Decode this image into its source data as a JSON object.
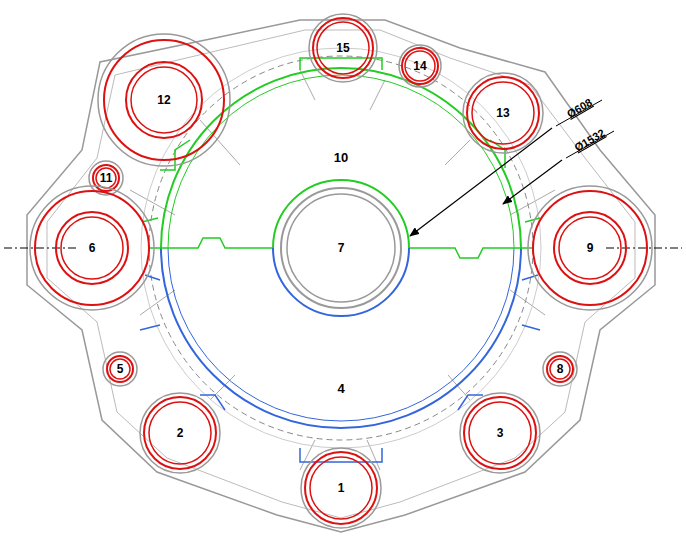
{
  "diagram": {
    "nodes": [
      {
        "text": [
          "15"
        ]
      },
      {
        "text": [
          "14"
        ]
      },
      {
        "text": [
          "12"
        ]
      },
      {
        "text": [
          "13"
        ]
      },
      {
        "text": [
          "11"
        ]
      },
      {
        "text": [
          "6"
        ]
      },
      {
        "text": [
          "7"
        ]
      },
      {
        "text": [
          "9"
        ]
      },
      {
        "text": [
          "5"
        ]
      },
      {
        "text": [
          "8"
        ]
      },
      {
        "text": [
          "2"
        ]
      },
      {
        "text": [
          "3"
        ]
      },
      {
        "text": [
          "1"
        ]
      }
    ],
    "labels": [
      "10",
      "4",
      "Ø608",
      "Ø1532"
    ]
  }
}
